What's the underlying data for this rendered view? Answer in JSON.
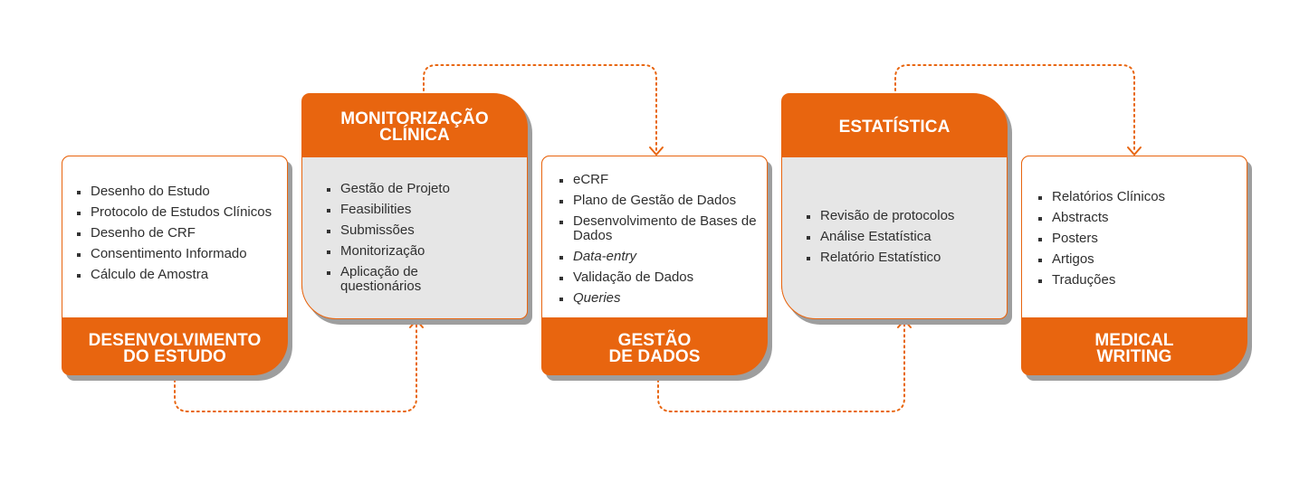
{
  "colors": {
    "accent": "#e8650f",
    "panel_white": "#ffffff",
    "panel_grey": "#e6e6e6",
    "shadow": "#9e9e9e",
    "text": "#2f2f2f"
  },
  "stages": [
    {
      "id": "desenvolvimento",
      "title": "DESENVOLVIMENTO\nDO ESTUDO",
      "items": [
        {
          "text": "Desenho do Estudo"
        },
        {
          "text": "Protocolo de Estudos Clínicos"
        },
        {
          "text": "Desenho de CRF"
        },
        {
          "text": "Consentimento Informado"
        },
        {
          "text": "Cálculo de Amostra"
        }
      ]
    },
    {
      "id": "monitorizacao",
      "title": "MONITORIZAÇÃO\nCLÍNICA",
      "items": [
        {
          "text": "Gestão de Projeto"
        },
        {
          "text": "Feasibilities"
        },
        {
          "text": "Submissões"
        },
        {
          "text": "Monitorização"
        },
        {
          "text": "Aplicação de questionários"
        }
      ]
    },
    {
      "id": "gestao",
      "title": "GESTÃO\nDE DADOS",
      "items": [
        {
          "text": "eCRF"
        },
        {
          "text": "Plano de Gestão de Dados"
        },
        {
          "text": "Desenvolvimento de Bases de Dados"
        },
        {
          "text": "Data-entry",
          "italic": true
        },
        {
          "text": "Validação de Dados"
        },
        {
          "text": "Queries",
          "italic": true
        }
      ]
    },
    {
      "id": "estatistica",
      "title": "ESTATÍSTICA",
      "items": [
        {
          "text": "Revisão de protocolos"
        },
        {
          "text": "Análise Estatística"
        },
        {
          "text": "Relatório Estatístico"
        }
      ]
    },
    {
      "id": "writing",
      "title": "MEDICAL\nWRITING",
      "items": [
        {
          "text": "Relatórios Clínicos"
        },
        {
          "text": "Abstracts"
        },
        {
          "text": "Posters"
        },
        {
          "text": "Artigos"
        },
        {
          "text": "Traduções"
        }
      ]
    }
  ]
}
